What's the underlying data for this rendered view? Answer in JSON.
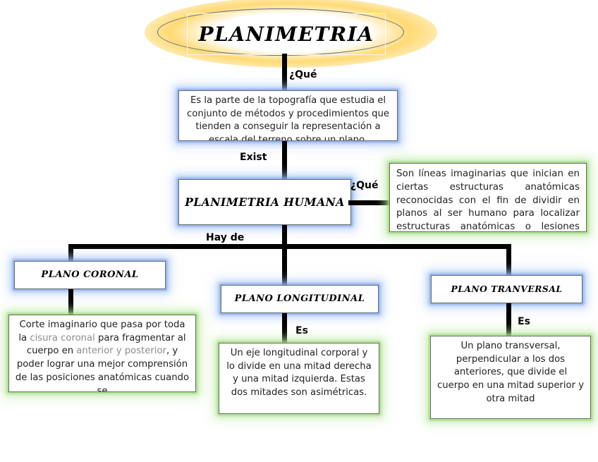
{
  "diagram": {
    "title": "PLANIMETRIA",
    "nodes": {
      "root": {
        "label": "PLANIMETRIA"
      },
      "definition": {
        "text": "Es la parte de la topografía que estudia el conjunto de métodos y procedimientos que tienden a conseguir la representación a escala del terreno sobre un plano."
      },
      "planimetria_humana": {
        "label": "PLANIMETRIA HUMANA"
      },
      "humana_definition": {
        "text": "Son líneas imaginarias que inician en ciertas estructuras anatómicas reconocidas con el fin de dividir en planos al ser humano para localizar estructuras anatómicas o lesiones patológicas."
      },
      "plano_coronal": {
        "label": "PLANO CORONAL"
      },
      "coronal_definition": {
        "part1": "Corte imaginario que pasa por toda la ",
        "highlight1": "cisura coronal",
        "part2": " para fragmentar al cuerpo en ",
        "highlight2": "anterior y posterior",
        "part3": ", y poder lograr una mejor comprensión de las posiciones anatómicas cuando se"
      },
      "plano_longitudinal": {
        "label": "PLANO LONGITUDINAL"
      },
      "longitudinal_definition": {
        "text": "Un eje longitudinal corporal y lo divide en una mitad derecha y una mitad izquierda. Estas dos mitades son asimétricas."
      },
      "plano_tranversal": {
        "label": "PLANO TRANVERSAL"
      },
      "tranversal_definition": {
        "text": "Un plano transversal, perpendicular a los dos anteriores, que divide el cuerpo en una mitad superior y otra mitad"
      }
    },
    "connector_labels": {
      "que_top": "¿Qué",
      "exist": "Exist",
      "que_right": "¿Qué",
      "hay_de": "Hay de",
      "es_coronal": "Es",
      "es_longitudinal": "Es",
      "es_tranversal": "Es"
    },
    "colors": {
      "connector": "#000000",
      "box_border": "#6b6b6b",
      "glow_blue": "#78a0eb",
      "glow_green": "#96d773",
      "glow_yellow": "#ffd86e",
      "highlight_text": "#8d8d8d",
      "body_text": "#222222",
      "ellipse_stroke": "#5a6a85"
    }
  }
}
